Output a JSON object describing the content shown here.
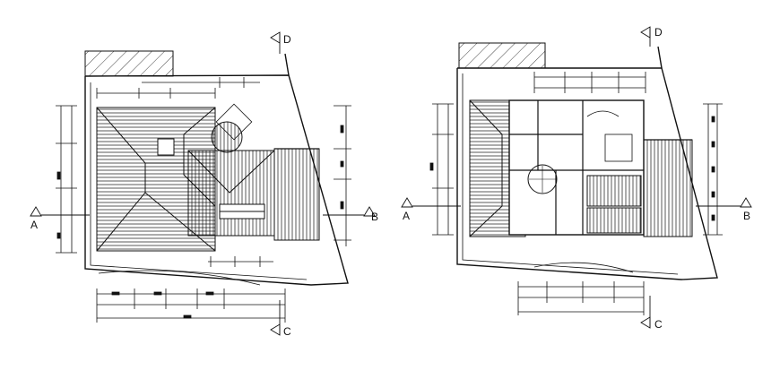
{
  "colors": {
    "line": "#111111",
    "background": "#ffffff"
  },
  "plans": [
    {
      "id": "roof",
      "sections": {
        "a": "A",
        "b": "B",
        "c": "C",
        "d": "D"
      }
    },
    {
      "id": "floor",
      "sections": {
        "a": "A",
        "b": "B",
        "c": "C",
        "d": "D"
      }
    }
  ]
}
